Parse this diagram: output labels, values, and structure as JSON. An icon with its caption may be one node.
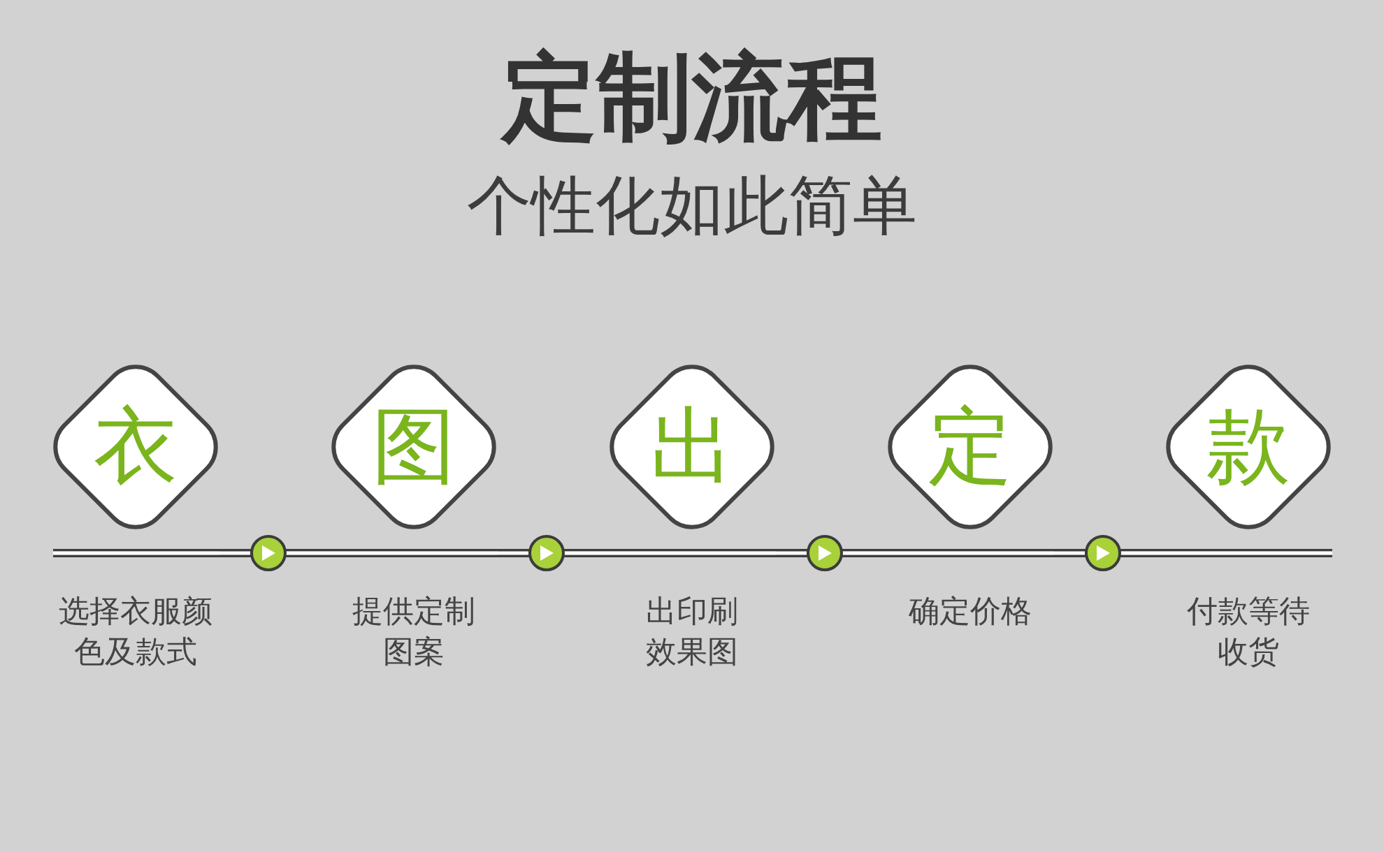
{
  "diagram": {
    "title": "定制流程",
    "nodes": [
      {
        "text": [
          "衣"
        ],
        "beside": [
          "选择衣服颜色及款式"
        ]
      },
      {
        "text": [
          "图"
        ],
        "beside": [
          "提供定制图案"
        ]
      },
      {
        "text": [
          "出"
        ],
        "beside": [
          "出印刷效果图"
        ]
      },
      {
        "text": [
          "定"
        ],
        "beside": [
          "确定价格"
        ]
      },
      {
        "text": [
          "款"
        ],
        "beside": [
          "付款等待收货"
        ]
      }
    ],
    "edges": [
      {
        "from": 0,
        "to": 1,
        "arrow": "to"
      },
      {
        "from": 1,
        "to": 2,
        "arrow": "to"
      },
      {
        "from": 2,
        "to": 3,
        "arrow": "to"
      },
      {
        "from": 3,
        "to": 4,
        "arrow": "to"
      }
    ],
    "labels": [
      "个性化如此简单"
    ]
  }
}
